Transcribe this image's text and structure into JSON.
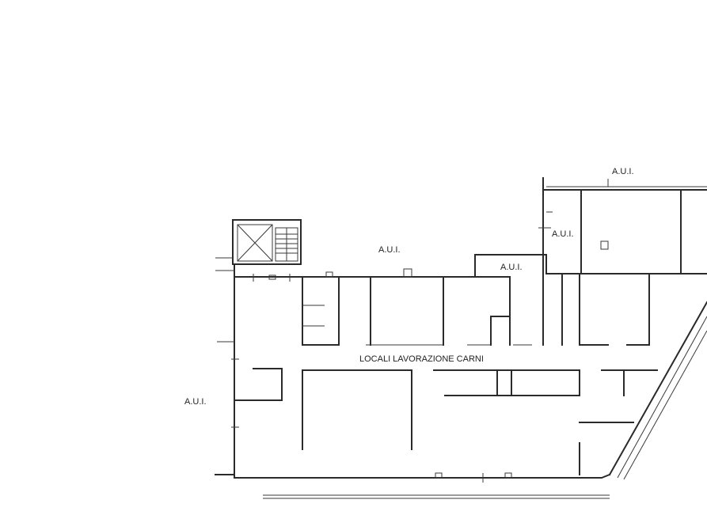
{
  "labels": {
    "aui_top_right": "A.U.I.",
    "aui_right_upper": "A.U.I.",
    "aui_center_top": "A.U.I.",
    "aui_center": "A.U.I.",
    "aui_left": "A.U.I.",
    "main_area": "LOCALI LAVORAZIONE CARNI"
  }
}
